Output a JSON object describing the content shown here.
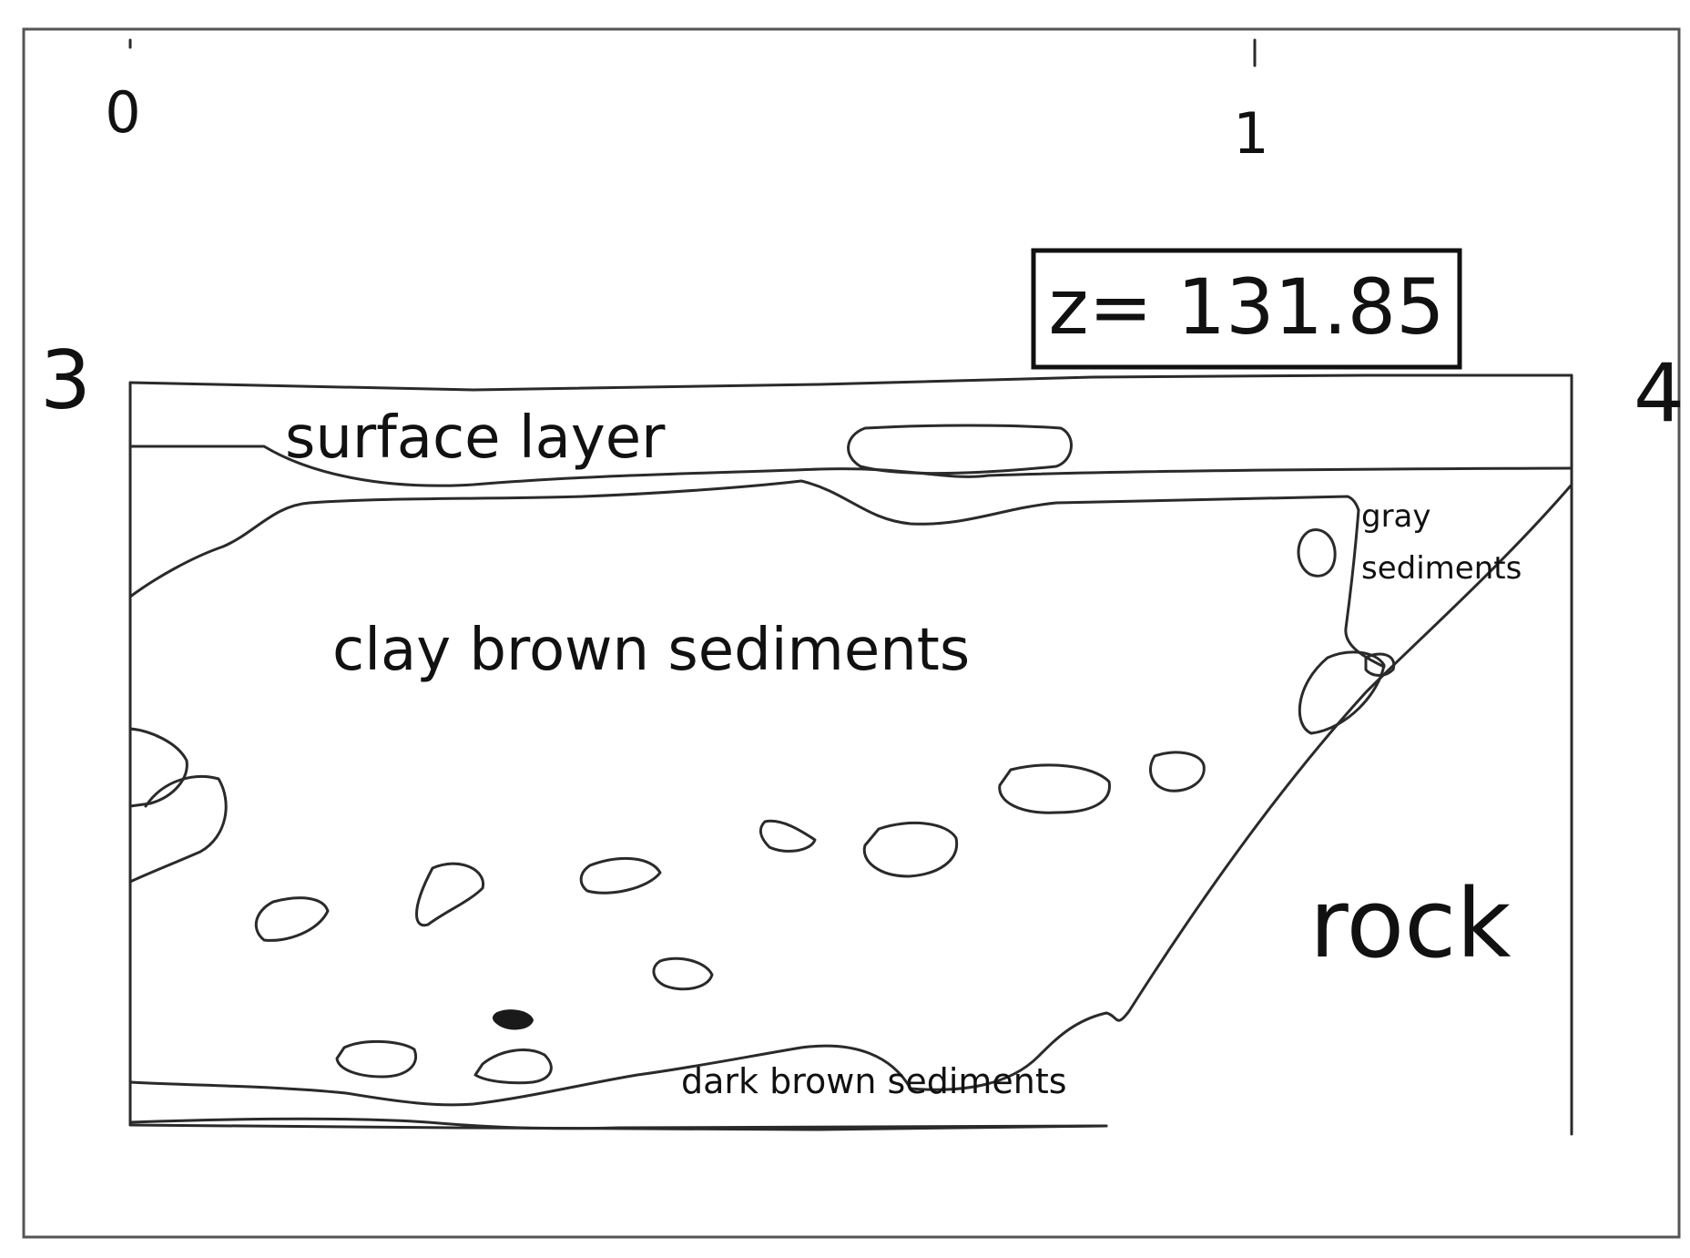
{
  "section": {
    "scale": {
      "tick_0": "0",
      "tick_1": "1"
    },
    "corners": {
      "left": "3",
      "right": "4"
    },
    "elevation": "z= 131.85",
    "layers": {
      "surface": "surface layer",
      "clay": "clay brown sediments",
      "gray_line1": "gray",
      "gray_line2": "sediments",
      "dark": "dark brown sediments",
      "rock": "rock"
    }
  }
}
